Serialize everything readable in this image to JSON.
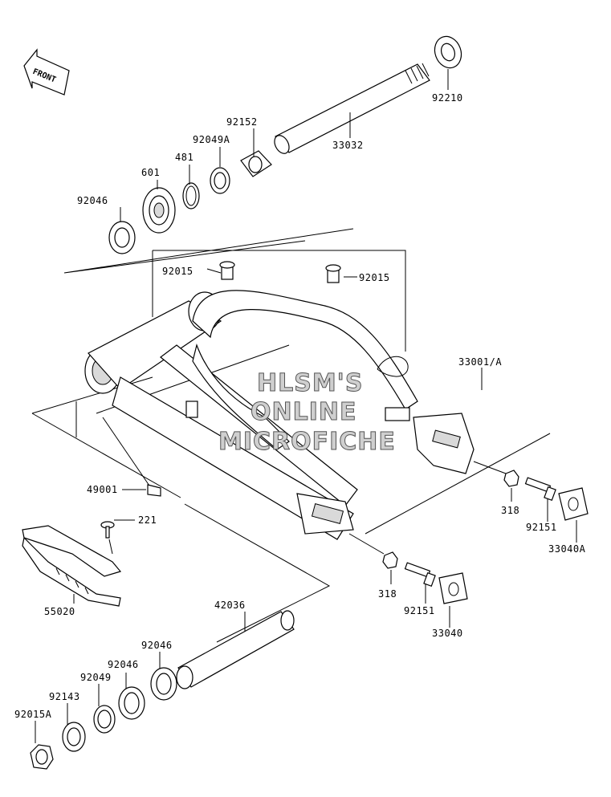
{
  "watermark": {
    "line1": "HLSM'S",
    "line2": "ONLINE",
    "line3": "MICROFICHE"
  },
  "front_arrow": "FRONT",
  "labels": {
    "p92210": "92210",
    "p33032": "33032",
    "p92152": "92152",
    "p92049A": "92049A",
    "p481": "481",
    "p601": "601",
    "p92046_top": "92046",
    "p92015_left": "92015",
    "p92015_right": "92015",
    "p33001A": "33001/A",
    "p49001": "49001",
    "p221": "221",
    "p55020": "55020",
    "p318_right": "318",
    "p92151_right": "92151",
    "p33040A": "33040A",
    "p318_mid": "318",
    "p92151_mid": "92151",
    "p33040": "33040",
    "p42036": "42036",
    "p92046_b1": "92046",
    "p92046_b2": "92046",
    "p92049": "92049",
    "p92143": "92143",
    "p92015A": "92015A"
  }
}
